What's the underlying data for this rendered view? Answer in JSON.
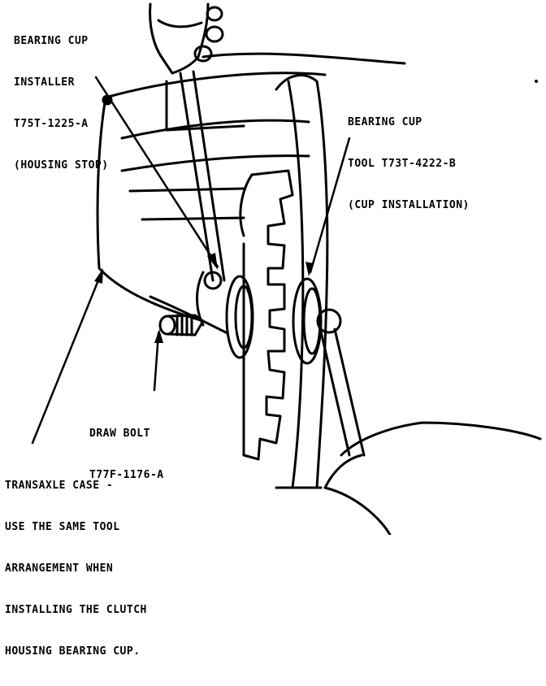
{
  "callouts": {
    "installer": [
      "BEARING CUP",
      "INSTALLER",
      "T75T-1225-A",
      "(HOUSING STOP)"
    ],
    "cup_tool": [
      "BEARING CUP",
      "TOOL T73T-4222-B",
      "(CUP INSTALLATION)"
    ],
    "draw_bolt": [
      "DRAW BOLT",
      "T77F-1176-A"
    ],
    "case": [
      "TRANSAXLE CASE -",
      "USE THE SAME TOOL",
      "ARRANGEMENT WHEN",
      "INSTALLING THE CLUTCH",
      "HOUSING BEARING CUP."
    ]
  },
  "colors": {
    "ink": "#000000",
    "paper": "#ffffff"
  }
}
